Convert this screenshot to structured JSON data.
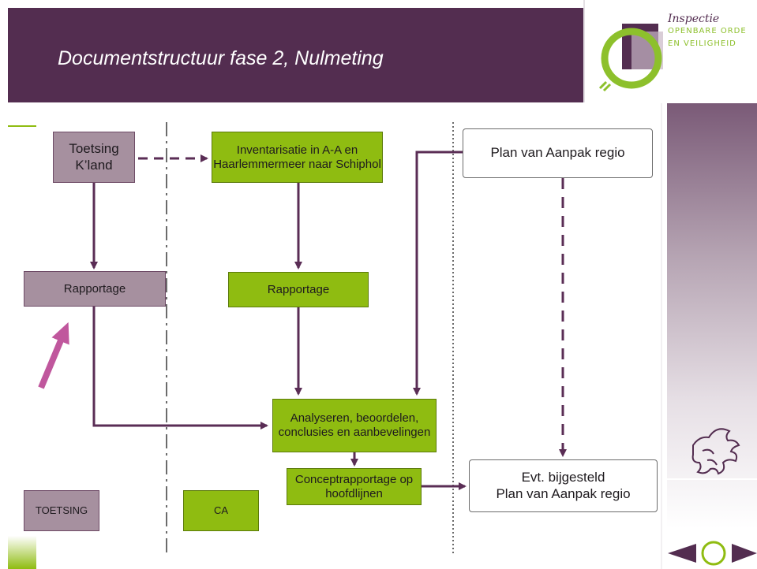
{
  "slide": {
    "title": "Documentstructuur fase 2, Nulmeting"
  },
  "logo": {
    "line1": "Inspectie",
    "line2": "OPENBARE ORDE",
    "line3": "EN VEILIGHEID"
  },
  "nodes": {
    "toetsing_kland": "Toetsing K’land",
    "inventarisatie": "Inventarisatie in A-A en Haarlemmermeer naar Schiphol",
    "plan_van_aanpak": "Plan van Aanpak regio",
    "rapportage_left": "Rapportage",
    "rapportage_mid": "Rapportage",
    "analyseren": "Analyseren, beoordelen, conclusies en aanbevelingen",
    "conceptrapportage": "Conceptrapportage op hoofdlijnen",
    "evt_bijgesteld_line1": "Evt. bijgesteld",
    "evt_bijgesteld_line2": "Plan van Aanpak regio"
  },
  "legend": {
    "toetsing": "TOETSING",
    "ca": "CA"
  },
  "colors": {
    "header": "#532d50",
    "purple_box": "#a6909f",
    "green_box": "#8fbc11",
    "arrow": "#5a2d55",
    "highlight_arrow": "#c0579d",
    "logo_green": "#8dc02c"
  },
  "nav": {
    "prev": "previous-slide",
    "home": "home",
    "next": "next-slide"
  }
}
